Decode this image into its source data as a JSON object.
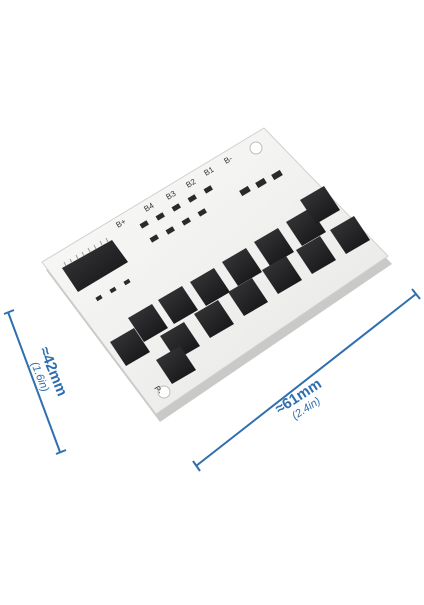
{
  "product": {
    "board_labels": [
      "B+",
      "B4",
      "B3",
      "B2",
      "B1",
      "B-",
      "P-"
    ]
  },
  "dimensions": {
    "height": {
      "main": "≈42mm",
      "sub": "(1.6in)"
    },
    "width": {
      "main": "≈61mm",
      "sub": "(2.4in)"
    }
  },
  "colors": {
    "dimension": "#2f6fb0",
    "pcb": "#f2f2f0",
    "chip": "#1c1c1e",
    "background": "#ffffff"
  }
}
